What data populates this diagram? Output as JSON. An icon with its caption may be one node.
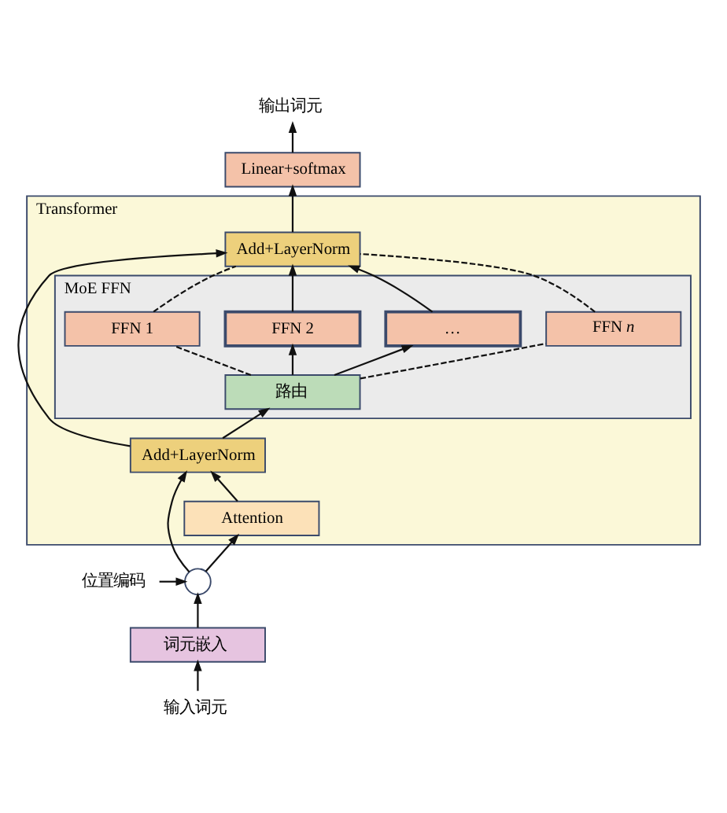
{
  "diagram": {
    "nodes": [
      {
        "text": [
          "输出词元"
        ]
      },
      {
        "text": [
          "Linear+softmax"
        ]
      },
      {
        "text": [
          "Transformer"
        ]
      },
      {
        "text": [
          "Add+LayerNorm"
        ],
        "in": 2
      },
      {
        "text": [
          "MoE FFN"
        ],
        "in": 2
      },
      {
        "text": [
          "FFN 1"
        ],
        "in": 4
      },
      {
        "text": [
          "FFN 2"
        ],
        "in": 4
      },
      {
        "text": [
          "…"
        ],
        "in": 4
      },
      {
        "text": [
          "FFN *n*"
        ],
        "in": 4
      },
      {
        "text": [
          "路由"
        ],
        "in": 4
      },
      {
        "text": [
          "Add+LayerNorm"
        ],
        "in": 2
      },
      {
        "text": [
          "Attention"
        ],
        "in": 2
      },
      {
        "text": [],
        "shape": "circle"
      },
      {
        "text": [
          "位置编码"
        ]
      },
      {
        "text": [
          "词元嵌入"
        ]
      },
      {
        "text": [
          "输入词元"
        ]
      }
    ],
    "edges": [
      {
        "from": 15,
        "to": 14,
        "arrow": "to"
      },
      {
        "from": 14,
        "to": 12,
        "arrow": "to"
      },
      {
        "from": 13,
        "to": 12,
        "arrow": "to"
      },
      {
        "from": 12,
        "to": 11,
        "arrow": "to"
      },
      {
        "from": 12,
        "to": 10,
        "arrow": "to"
      },
      {
        "from": 11,
        "to": 10,
        "arrow": "to"
      },
      {
        "from": 10,
        "to": 9,
        "arrow": "to"
      },
      {
        "from": 10,
        "to": 3,
        "arrow": "to"
      },
      {
        "from": 9,
        "to": 5,
        "arrow": "none",
        "style": "dashed"
      },
      {
        "from": 9,
        "to": 6,
        "arrow": "to"
      },
      {
        "from": 9,
        "to": 7,
        "arrow": "to"
      },
      {
        "from": 9,
        "to": 8,
        "arrow": "none",
        "style": "dashed"
      },
      {
        "from": 5,
        "to": 3,
        "arrow": "none",
        "style": "dashed"
      },
      {
        "from": 6,
        "to": 3,
        "arrow": "to"
      },
      {
        "from": 7,
        "to": 3,
        "arrow": "to"
      },
      {
        "from": 8,
        "to": 3,
        "arrow": "none",
        "style": "dashed"
      },
      {
        "from": 3,
        "to": 1,
        "arrow": "to"
      },
      {
        "from": 1,
        "to": 0,
        "arrow": "to"
      }
    ]
  }
}
